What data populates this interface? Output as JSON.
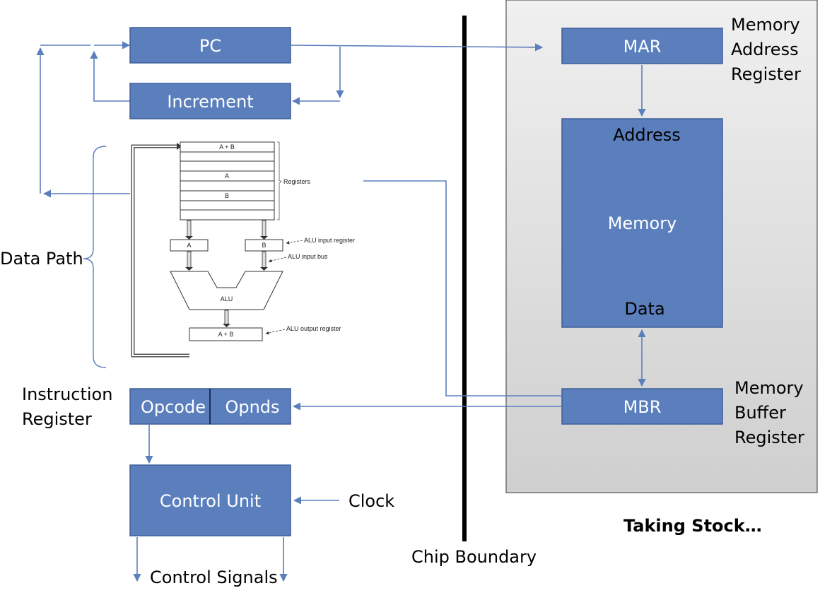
{
  "blocks": {
    "pc": "PC",
    "increment": "Increment",
    "opcode": "Opcode",
    "opnds": "Opnds",
    "control_unit": "Control Unit",
    "mar": "MAR",
    "mbr": "MBR",
    "memory": "Memory",
    "address": "Address",
    "data": "Data"
  },
  "labels": {
    "data_path": "Data Path",
    "instruction_register_1": "Instruction",
    "instruction_register_2": "Register",
    "clock": "Clock",
    "control_signals": "Control Signals",
    "chip_boundary": "Chip Boundary",
    "mar_desc_1": "Memory",
    "mar_desc_2": "Address",
    "mar_desc_3": "Register",
    "mbr_desc_1": "Memory",
    "mbr_desc_2": "Buffer",
    "mbr_desc_3": "Register",
    "title": "Taking Stock…"
  },
  "datapath": {
    "reg_a_plus_b": "A + B",
    "reg_a": "A",
    "reg_b": "B",
    "registers": "Registers",
    "in_a": "A",
    "in_b": "B",
    "alu_input_register": "ALU input register",
    "alu_input_bus": "ALU input bus",
    "alu": "ALU",
    "out_a_plus_b": "A + B",
    "alu_output_register": "ALU output register"
  },
  "colors": {
    "block_fill": "#5b7fbd",
    "memory_panel": "#e0e0e0",
    "wire": "#5b7fbd"
  }
}
